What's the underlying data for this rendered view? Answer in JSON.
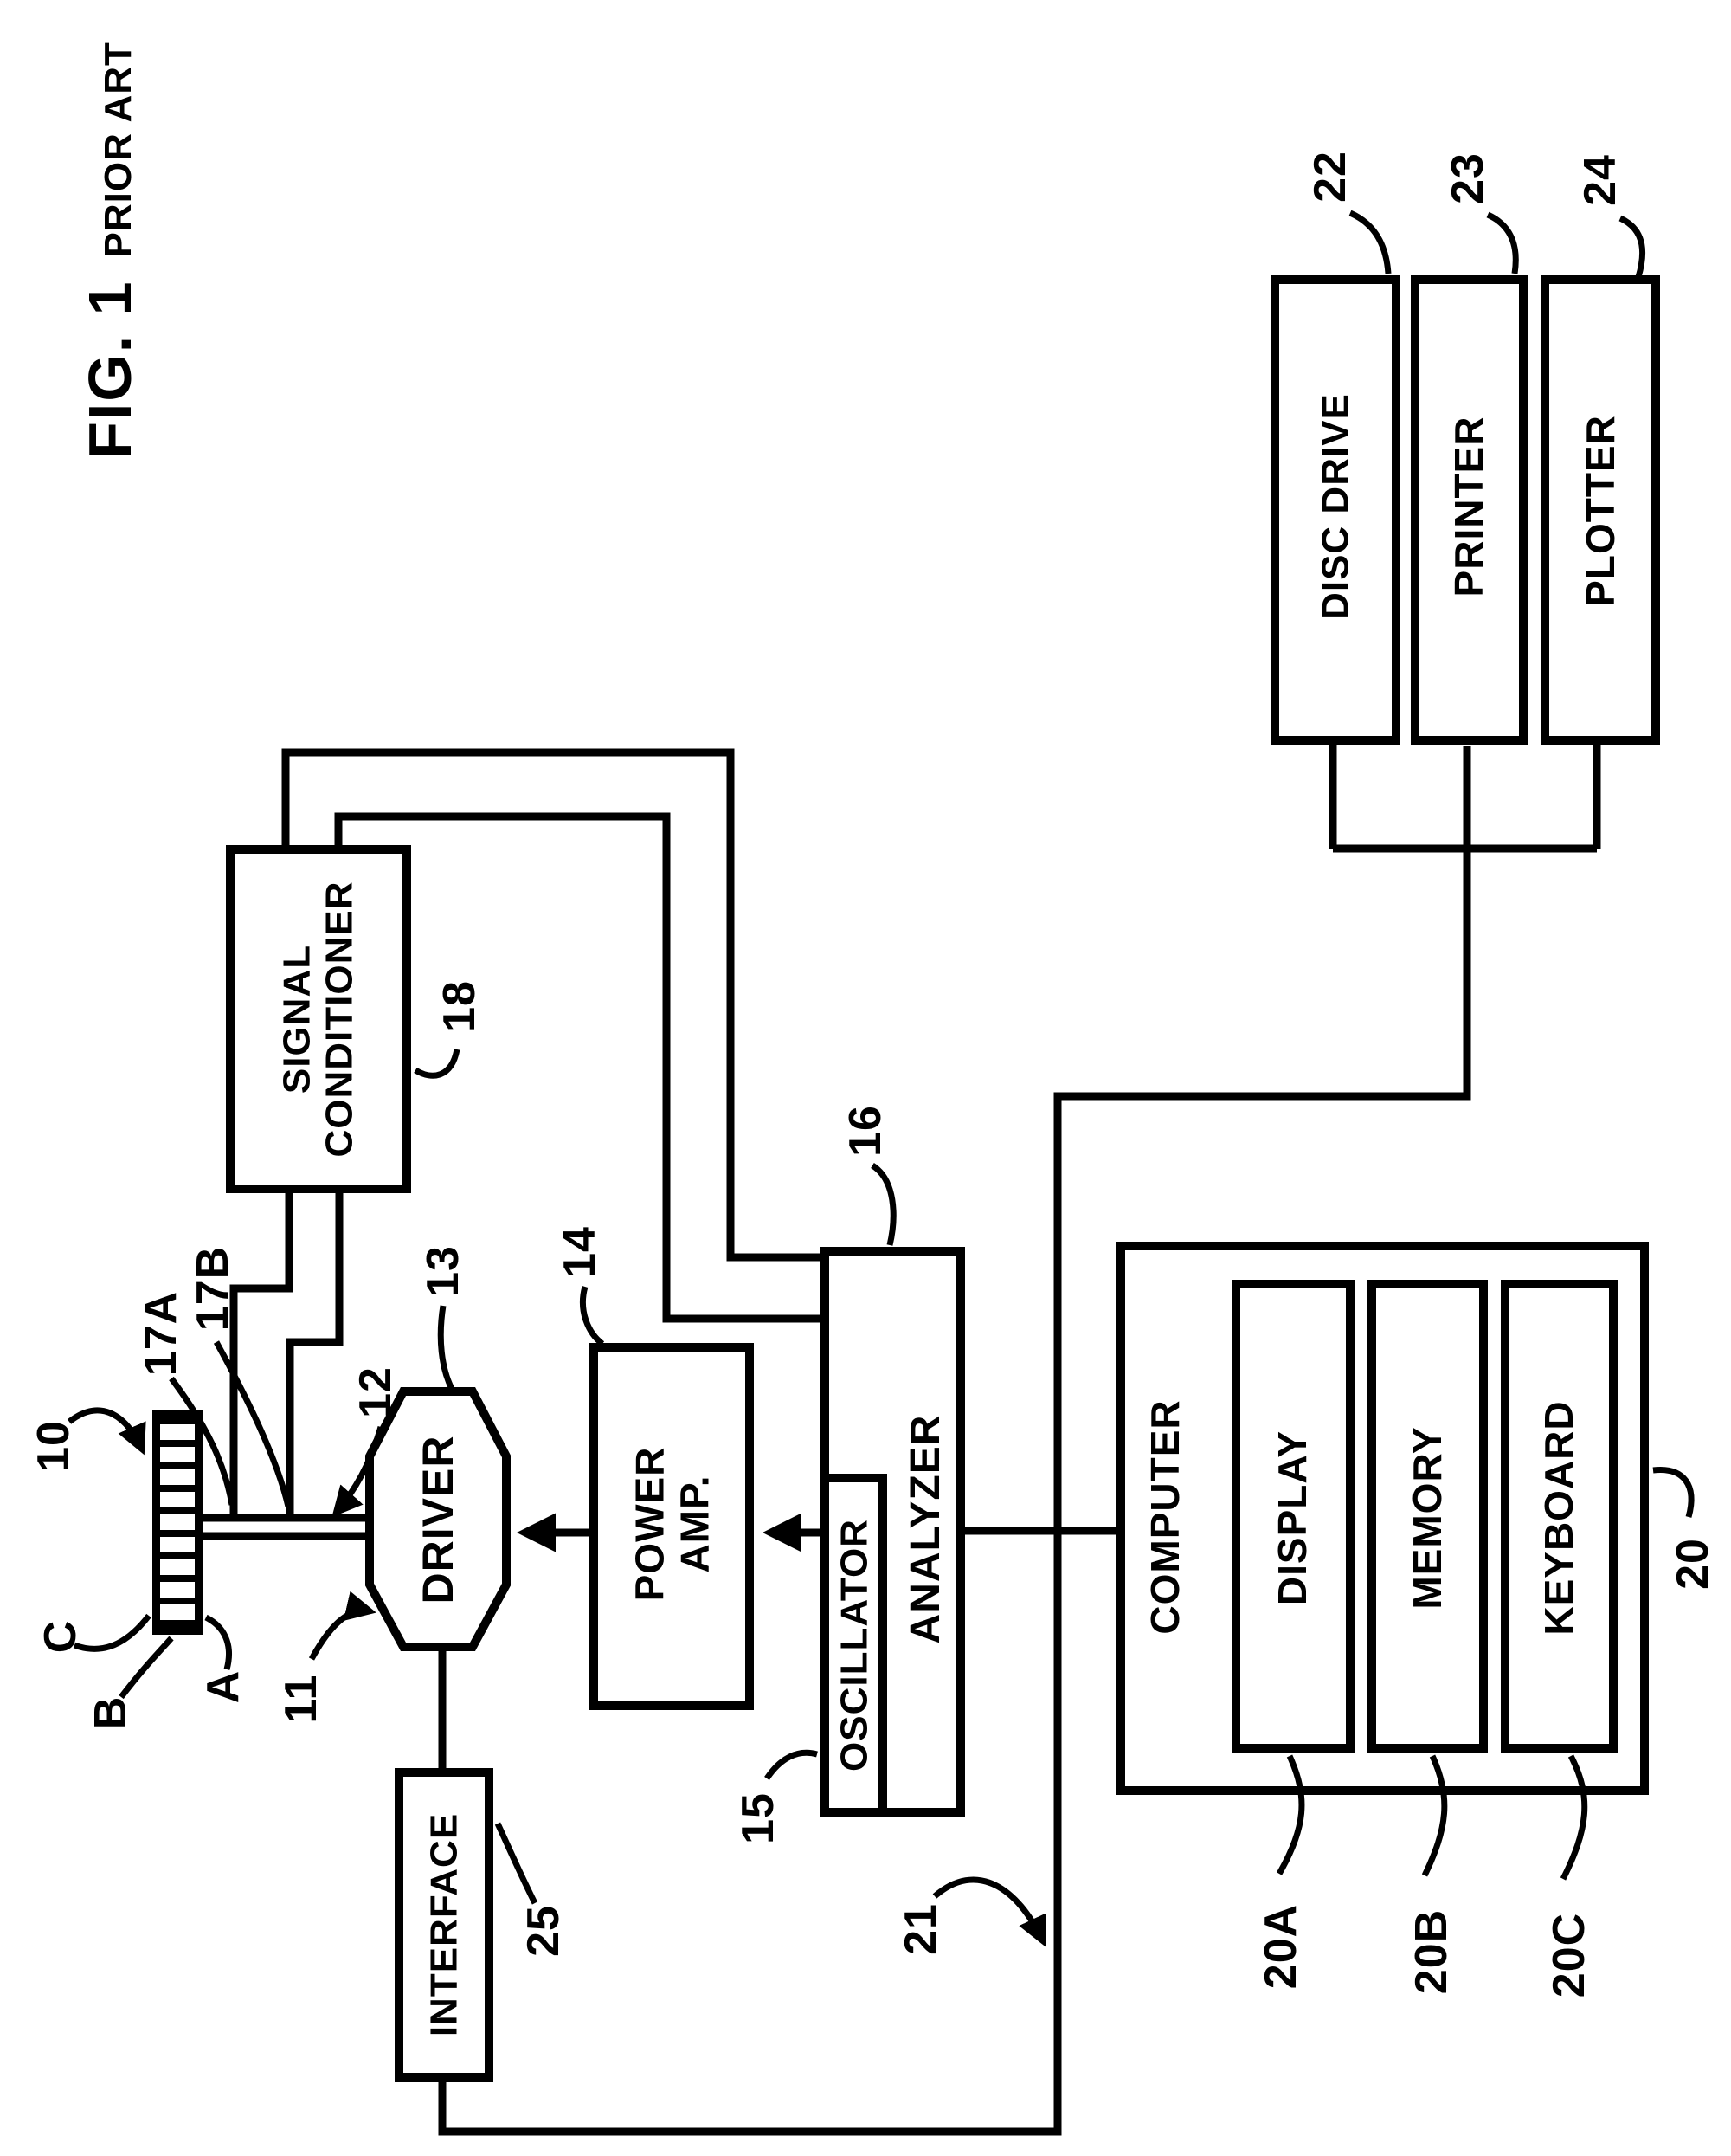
{
  "title": {
    "fig": "FIG. 1",
    "tag": "PRIOR ART"
  },
  "blocks": {
    "signal_conditioner": "SIGNAL\nCONDITIONER",
    "power_amp": "POWER\nAMP.",
    "driver": "DRIVER",
    "oscillator": "OSCILLATOR",
    "analyzer": "ANALYZER",
    "interface": "INTERFACE",
    "computer": "COMPUTER",
    "display": "DISPLAY",
    "memory": "MEMORY",
    "keyboard": "KEYBOARD",
    "disc_drive": "DISC DRIVE",
    "printer": "PRINTER",
    "plotter": "PLOTTER"
  },
  "refs": {
    "r10": "10",
    "r11": "11",
    "r12": "12",
    "r13": "13",
    "r14": "14",
    "r15": "15",
    "r16": "16",
    "r17a": "17A",
    "r17b": "17B",
    "r18": "18",
    "r20": "20",
    "r20a": "20A",
    "r20b": "20B",
    "r20c": "20C",
    "r21": "21",
    "r22": "22",
    "r23": "23",
    "r24": "24",
    "r25": "25",
    "a": "A",
    "b": "B",
    "c": "C"
  },
  "colors": {
    "ink": "#000000",
    "paper": "#ffffff"
  }
}
